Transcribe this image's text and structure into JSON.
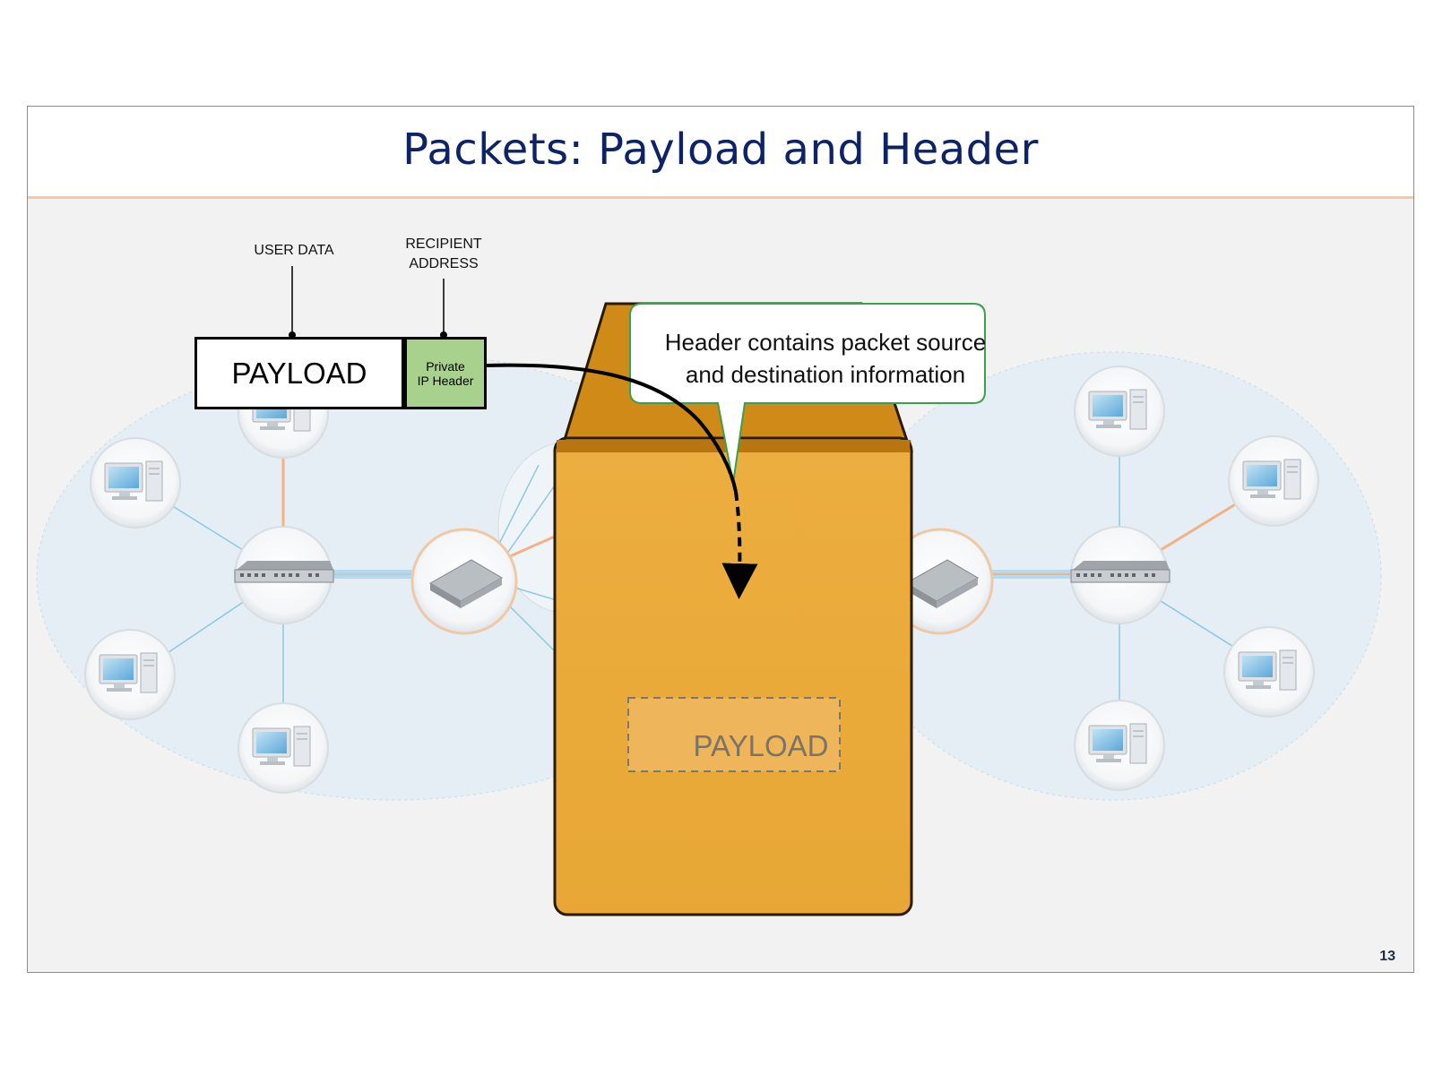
{
  "slide": {
    "title": "Packets: Payload and Header",
    "page_number": "13"
  },
  "labels": {
    "user_data": "USER DATA",
    "recipient_address_line1": "RECIPIENT",
    "recipient_address_line2": "ADDRESS"
  },
  "packet": {
    "payload_label": "PAYLOAD",
    "header_line1": "Private",
    "header_line2": "IP Header"
  },
  "callout": {
    "line1": "Header contains packet source",
    "line2": "and destination information"
  },
  "box": {
    "payload_label": "PAYLOAD"
  },
  "colors": {
    "title": "#0d2366",
    "header_green": "#a9d18e",
    "box_front": "#eaaa3a",
    "box_top": "#d08a18",
    "callout_border": "#3aa04a",
    "network_bg": "#dcecf6",
    "orange_link": "#f4b183",
    "blue_link": "#8cc8e6"
  },
  "icons": {
    "left_computers": [
      "computer-icon",
      "computer-icon",
      "computer-icon",
      "computer-icon"
    ],
    "right_computers": [
      "computer-icon",
      "computer-icon",
      "computer-icon",
      "computer-icon"
    ],
    "switches": [
      "switch-icon",
      "switch-icon"
    ],
    "routers": [
      "router-icon",
      "router-icon"
    ]
  }
}
